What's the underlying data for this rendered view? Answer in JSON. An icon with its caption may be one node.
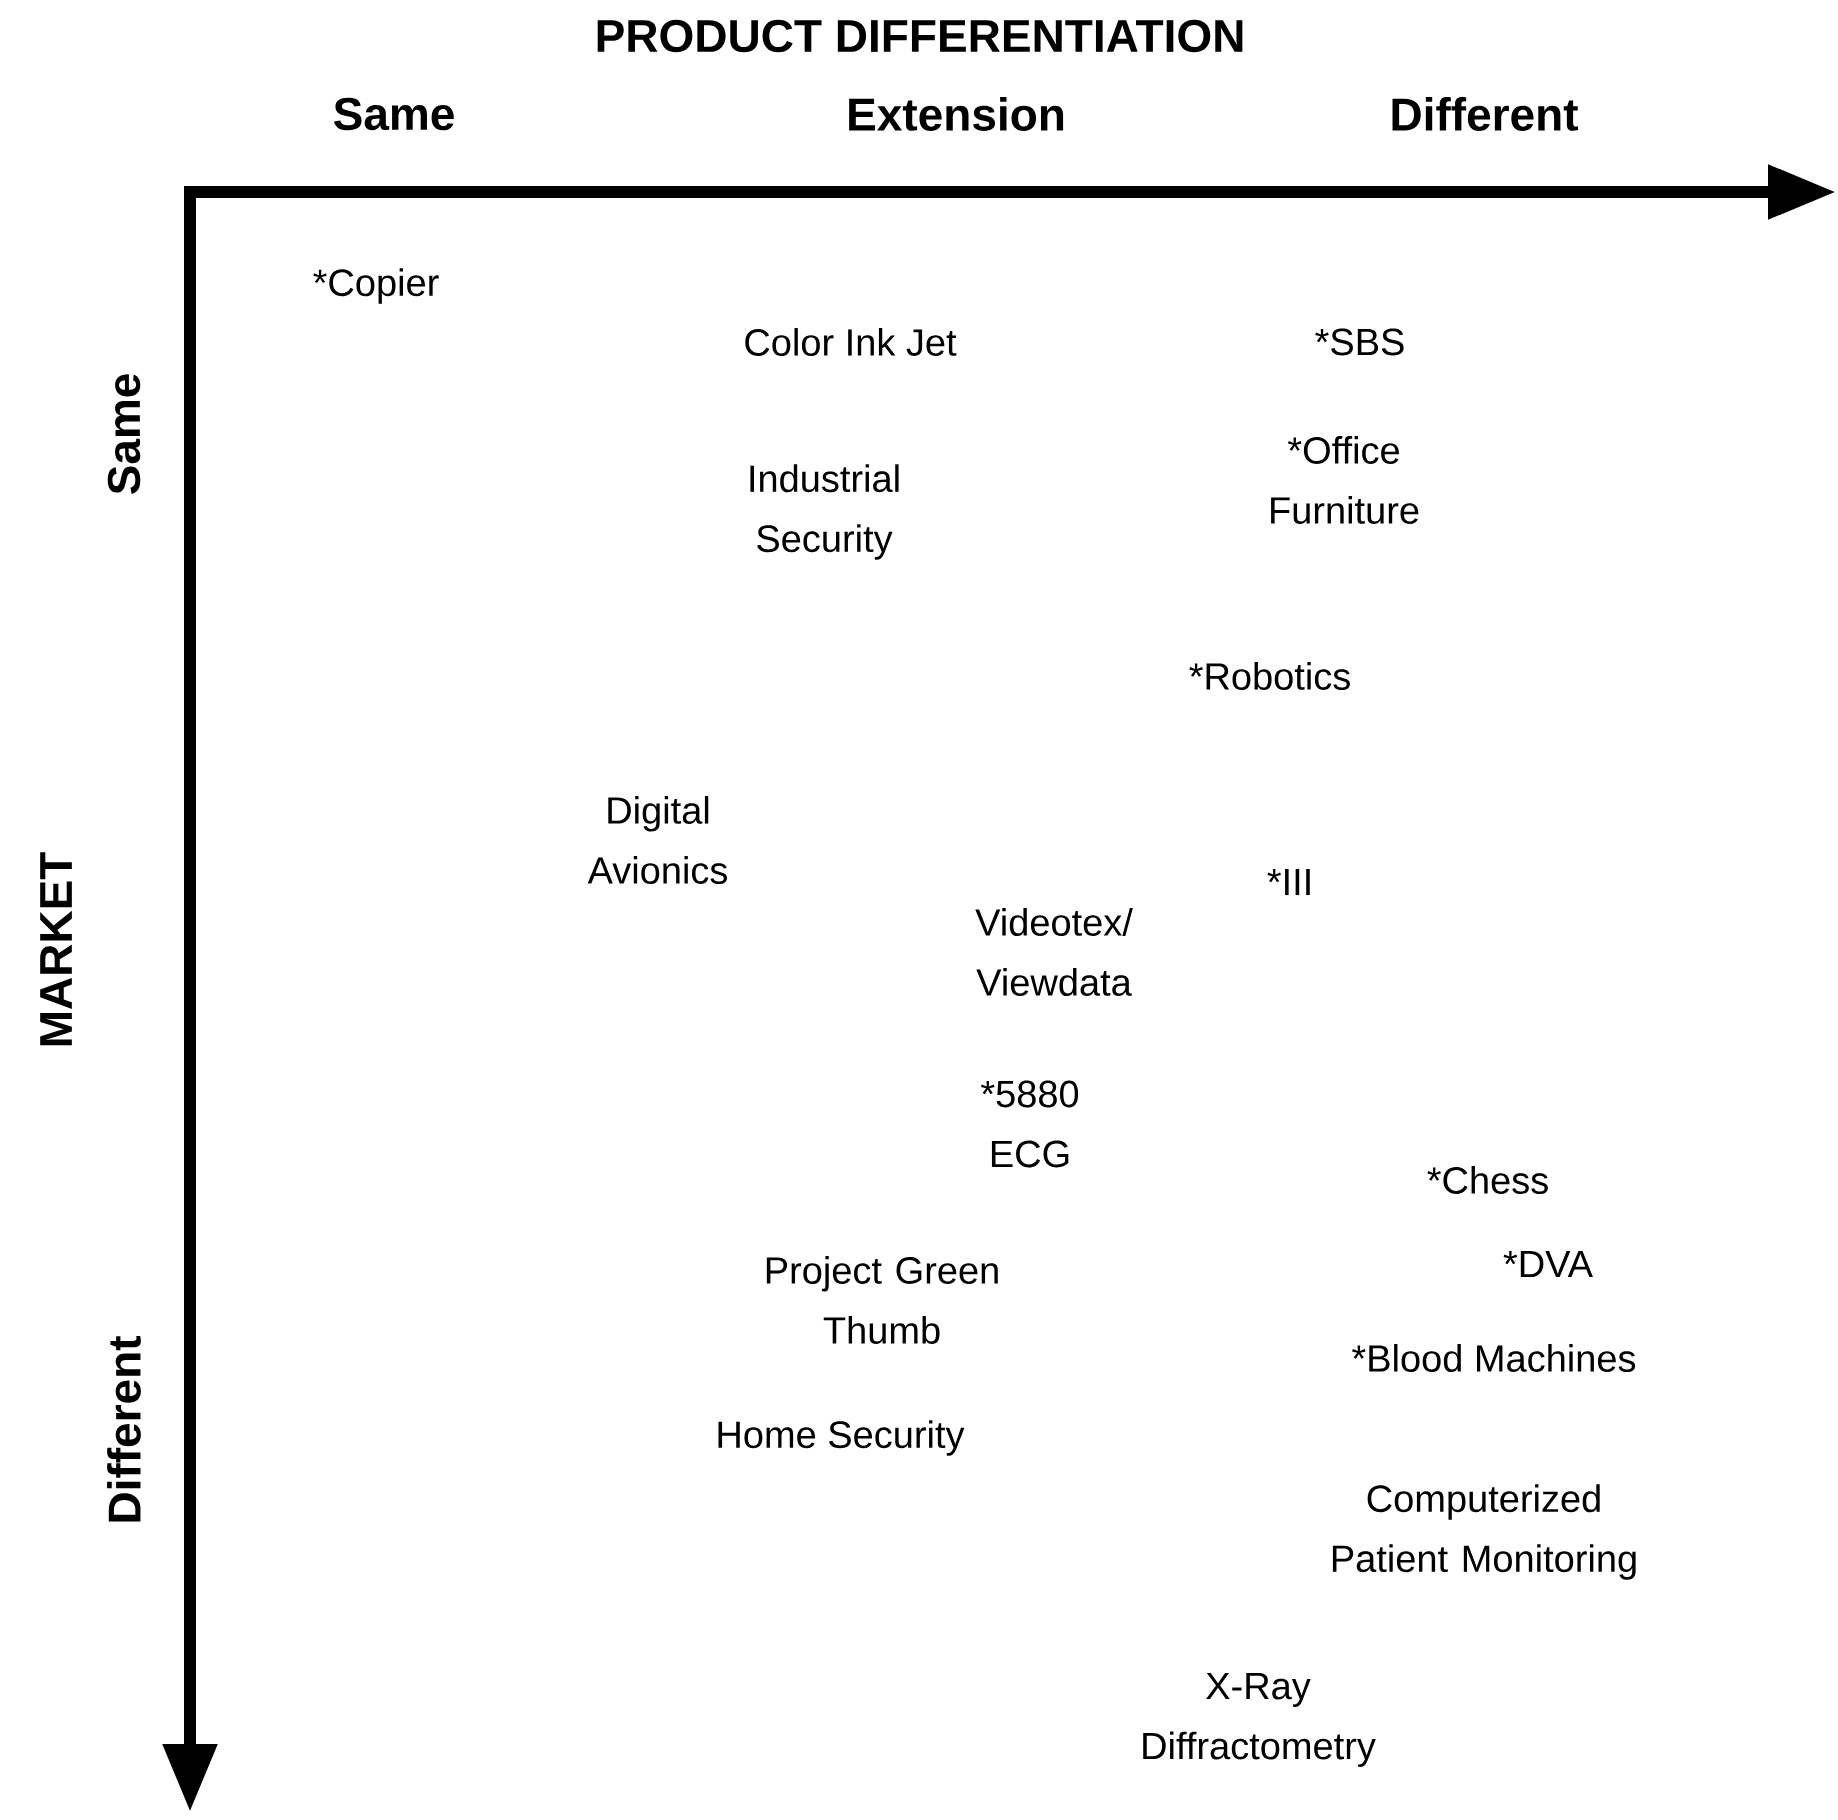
{
  "diagram": {
    "labels": [
      "PRODUCT DIFFERENTIATION",
      "Same",
      "Extension",
      "Different",
      "*Copier",
      "Color Ink Jet",
      "*SBS",
      "Same",
      "Industrial Security",
      "*Office Furniture",
      "*Robotics",
      "MARKET",
      "Digital Avionics",
      "*III",
      "Videotex/ Viewdata",
      "*5880 ECG",
      "*Chess",
      "*DVA",
      "Project Green Thumb",
      "*Blood Machines",
      "Home Security",
      "Different",
      "Computerized Patient Monitoring",
      "X-Ray Diffractometry"
    ]
  }
}
